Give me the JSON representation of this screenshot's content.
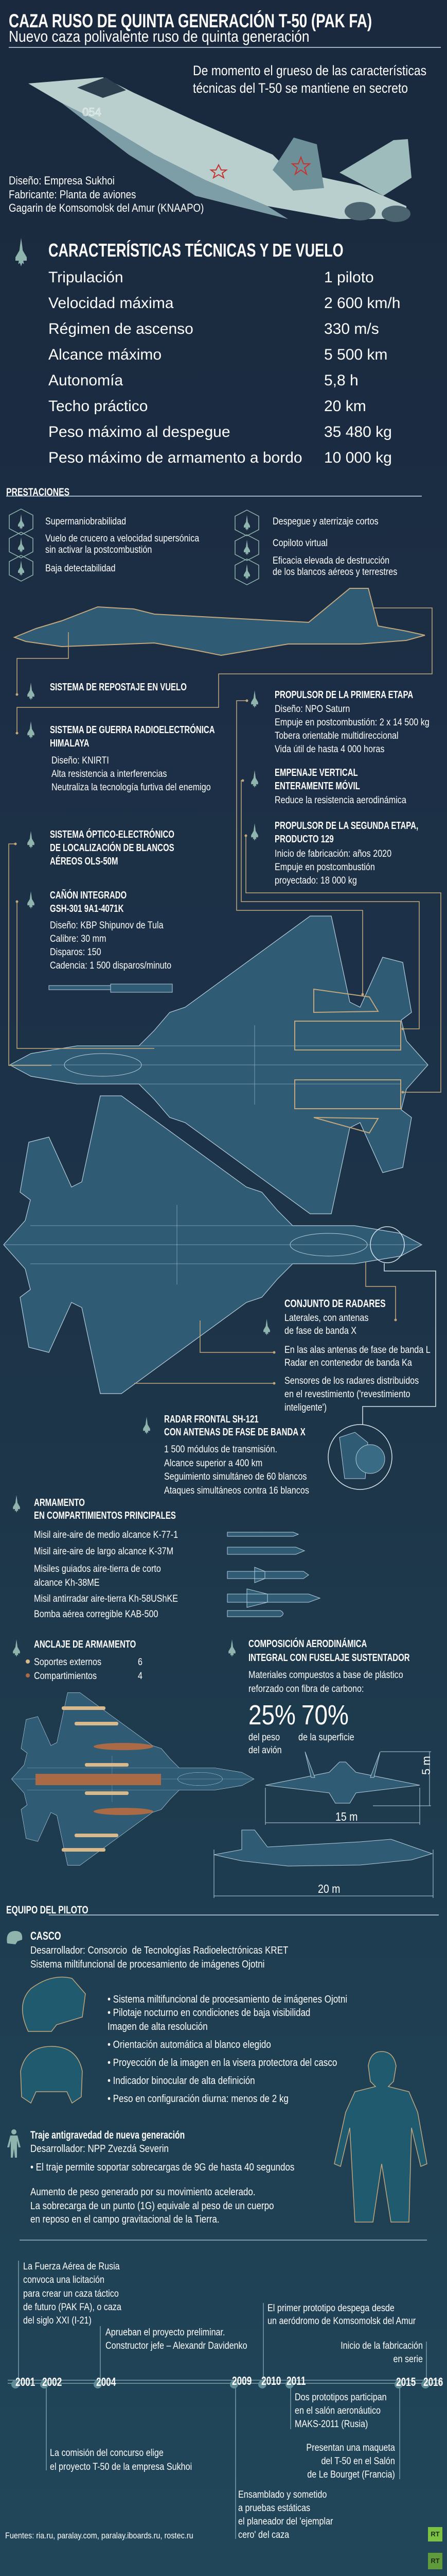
{
  "header": {
    "title": "CAZA RUSO DE QUINTA GENERACIÓN T-50 (PAK FA)",
    "subtitle": "Nuevo caza polivalente ruso de quinta generación",
    "secret_note": "De momento el grueso de las características\ntécnicas del T-50 se mantiene en secreto",
    "credits": "Diseño: Empresa Sukhoi\nFabricante: Planta de aviones\nGagarin de Komsomolsk del Amur (KNAAPO)",
    "aircraft_number": "054"
  },
  "specs": {
    "title": "CARACTERÍSTICAS TÉCNICAS Y DE VUELO",
    "rows": [
      {
        "label": "Tripulación",
        "value": "1 piloto"
      },
      {
        "label": "Velocidad máxima",
        "value": "2 600 km/h"
      },
      {
        "label": "Régimen de ascenso",
        "value": "330 m/s"
      },
      {
        "label": "Alcance máximo",
        "value": "5 500 km"
      },
      {
        "label": "Autonomía",
        "value": "5,8 h"
      },
      {
        "label": "Techo práctico",
        "value": "20 km"
      },
      {
        "label": "Peso máximo al despegue",
        "value": "35 480 kg"
      },
      {
        "label": "Peso máximo de armamento a bordo",
        "value": "10 000 kg"
      }
    ]
  },
  "performance": {
    "title": "PRESTACIONES",
    "items": [
      "Supermaniobrabilidad",
      "Vuelo de crucero a velocidad supersónica\nsin activar la postcombustión",
      "Baja detectabilidad",
      "Despegue y aterrizaje cortos",
      "Copiloto virtual",
      "Eficacia elevada de destrucción\nde los blancos aéreos y terrestres"
    ]
  },
  "systems": {
    "refueling": {
      "title": "SISTEMA DE REPOSTAJE EN VUELO"
    },
    "ew": {
      "title": "SISTEMA DE GUERRA RADIOELECTRÓNICA\nHIMALAYA",
      "details": "Diseño: KNIRTI\nAlta resistencia a interferencias\nNeutraliza la tecnología furtiva del enemigo"
    },
    "optical": {
      "title": "SISTEMA ÓPTICO-ELECTRÓNICO\nDE LOCALIZACIÓN DE BLANCOS\nAÉREOS OLS-50M"
    },
    "cannon": {
      "title": "CAÑÓN INTEGRADO\nGSH-301 9A1-4071K",
      "details": "Diseño: KBP Shipunov de Tula\nCalibre: 30 mm\nDisparos: 150\nCadencia: 1 500 disparos/minuto"
    },
    "engine1": {
      "title": "PROPULSOR DE LA PRIMERA ETAPA",
      "details": "Diseño: NPO Saturn\nEmpuje en postcombustión: 2 x 14 500 kg\nTobera orientable multidireccional\nVida útil de hasta 4 000 horas"
    },
    "tail": {
      "title": "EMPENAJE VERTICAL\nENTERAMENTE MÓVIL",
      "details": "Reduce la resistencia aerodinámica"
    },
    "engine2": {
      "title": "PROPULSOR DE LA SEGUNDA ETAPA,\nPRODUCTO 129",
      "details": "Inicio de fabricación: años 2020\nEmpuje en postcombustión\nproyectado: 18 000 kg"
    }
  },
  "radars": {
    "title": "CONJUNTO DE RADARES",
    "lateral": "Laterales, con antenas\nde fase de banda X",
    "wings": "En las alas antenas de fase de banda L\nRadar en contenedor de banda Ka",
    "skin": "Sensores de los radares distribuidos\nen el revestimiento ('revestimiento\ninteligente')",
    "frontal_title": "RADAR FRONTAL SH-121\nCON ANTENAS DE FASE DE BANDA X",
    "frontal_details": "1 500 módulos de transmisión.\nAlcance superior a 400 km\nSeguimiento simultáneo de 60 blancos\nAtaques simultáneos contra 16 blancos"
  },
  "armament": {
    "title": "ARMAMENTO\nEN COMPARTIMIENTOS PRINCIPALES",
    "items": [
      "Misil aire-aire de medio alcance K-77-1",
      "Misil aire-aire de largo alcance K-37M",
      "Misiles guiados aire-tierra de corto\nalcance Kh-38ME",
      "Misil antirradar aire-tierra Kh-58UShKE",
      "Bomba aérea corregible KAB-500"
    ]
  },
  "hardpoints": {
    "title": "ANCLAJE DE ARMAMENTO",
    "items": [
      {
        "label": "Soportes externos",
        "count": "6",
        "color": "#d8b98b"
      },
      {
        "label": "Compartimientos",
        "count": "4",
        "color": "#a96a45"
      }
    ]
  },
  "aero": {
    "title": "COMPOSICIÓN AERODINÁMICA\nINTEGRAL CON FUSELAJE SUSTENTADOR",
    "materials": "Materiales compuestos a base de plástico\nreforzado con fibra de carbono:",
    "weight_pct": "25%",
    "weight_label": "del peso\ndel avión",
    "surface_pct": "70%",
    "surface_label": "de la superficie",
    "height": "5 m",
    "wingspan": "15 m",
    "length": "20 m"
  },
  "pilot": {
    "title": "EQUIPO DEL PILOTO",
    "helmet_title": "CASCO",
    "helmet_info": "Desarrollador: Consorcio  de Tecnologías Radioelectrónicas KRET\nSistema miltifuncional de procesamiento de imágenes Ojotni",
    "helmet_features": [
      "• Sistema miltifuncional de procesamiento de imágenes Ojotni",
      "• Pilotaje nocturno en condiciones de baja visibilidad",
      "Imagen de alta resolución",
      "• Orientación automática al blanco elegido",
      "• Proyección de la imagen en la visera protectora del casco",
      "• Indicador binocular de alta definición",
      "• Peso en configuración diurna: menos de 2 kg"
    ],
    "suit_title": "Traje antigravedad de nueva generación",
    "suit_developer": "Desarrollador: NPP Zvezdá Severin",
    "suit_feature": "• El traje permite soportar sobrecargas de 9G de hasta 40 segundos",
    "suit_note": "Aumento de peso generado por su movimiento acelerado.\nLa sobrecarga de un punto (1G) equivale al peso de un cuerpo\nen reposo en el campo gravitacional de la Tierra."
  },
  "timeline": {
    "years": [
      "2001",
      "2002",
      "2004",
      "2009",
      "2010",
      "2011",
      "2015",
      "2016"
    ],
    "events": {
      "y2001": "La Fuerza Aérea de Rusia\nconvoca una licitación\npara crear un caza táctico\nde futuro (PAK FA), o caza\ndel siglo XXI (I-21)",
      "y2002": "La comisión del concurso elige\nel proyecto T-50 de la empresa Sukhoi",
      "y2004": "Aprueban el proyecto preliminar.\nConstructor jefe – Alexandr Davidenko",
      "y2009": "Ensamblado y sometido\na pruebas estáticas\nel planeador del 'ejemplar\ncero' del caza",
      "y2010": "El primer prototipo despega desde\nun aeródromo de Komsomolsk del Amur",
      "y2011": "Dos prototipos participan\nen el salón aeronáutico\nMAKS-2011 (Rusia)",
      "y2015": "Presentan una maqueta\ndel T-50 en el Salón\nde Le Bourget (Francia)",
      "y2016": "Inicio de la fabricación\nen serie"
    }
  },
  "sources": "Fuentes: ria.ru, paralay.com, paralay.iboards.ru, rostec.ru",
  "logo": "RT",
  "colors": {
    "accent_teal": "#8fb3ad",
    "gold": "#c4a77c",
    "blueprint": "#2f5b74",
    "logo_green": "#7cc242"
  }
}
